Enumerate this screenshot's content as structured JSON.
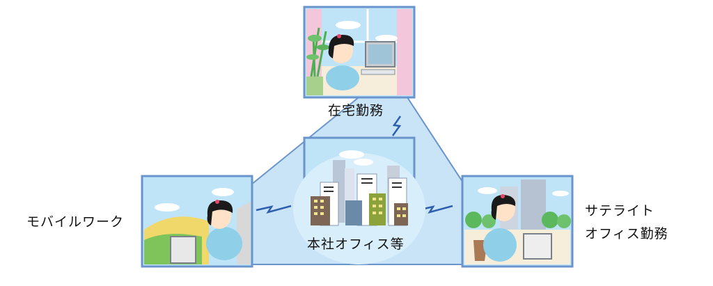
{
  "diagram": {
    "nodes": {
      "home": {
        "label": "在宅勤務"
      },
      "hq": {
        "label": "本社オフィス等"
      },
      "mobile": {
        "label": "モバイルワーク"
      },
      "satellite": {
        "label_line1": "サテライト",
        "label_line2": "オフィス勤務"
      }
    },
    "connections": [
      {
        "from": "hq",
        "to": "home",
        "type": "wireless"
      },
      {
        "from": "hq",
        "to": "mobile",
        "type": "wireless"
      },
      {
        "from": "hq",
        "to": "satellite",
        "type": "wireless"
      }
    ]
  },
  "colors": {
    "network_fill": "#c9e3f7",
    "frame_border": "#6a94cc",
    "lightning": "#2e5fae",
    "sky": "#bfe4f8",
    "skin": "#ffe2c8",
    "hair": "#1a1a1a",
    "shirt": "#8fcfe8",
    "monitor": "#c8ccd0"
  },
  "icons": {
    "wireless": "lightning-bolt-icon",
    "home_scene": "home-worker-illustration",
    "hq_scene": "office-buildings-illustration",
    "mobile_scene": "mobile-worker-illustration",
    "satellite_scene": "satellite-office-illustration"
  }
}
